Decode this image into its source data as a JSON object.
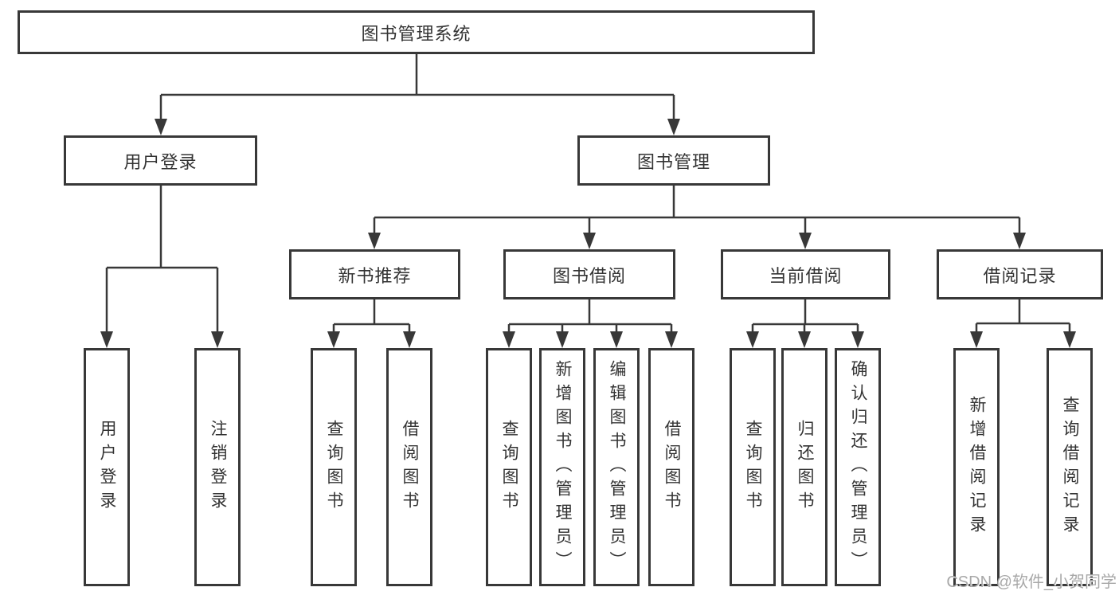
{
  "diagram": {
    "title": "图书管理系统",
    "root": {
      "label": "图书管理系统"
    },
    "level2": {
      "user_login": {
        "label": "用户登录"
      },
      "book_mgmt": {
        "label": "图书管理"
      }
    },
    "level3": {
      "new_book": {
        "label": "新书推荐"
      },
      "book_borrow": {
        "label": "图书借阅"
      },
      "current_borrow": {
        "label": "当前借阅"
      },
      "borrow_record": {
        "label": "借阅记录"
      }
    },
    "leaves": {
      "user_login": [
        "用户登录",
        "注销登录"
      ],
      "new_book": [
        "查询图书",
        "借阅图书"
      ],
      "book_borrow": [
        "查询图书",
        "新增图书（管理员）",
        "编辑图书（管理员）",
        "借阅图书"
      ],
      "current_borrow": [
        "查询图书",
        "归还图书",
        "确认归还（管理员）"
      ],
      "borrow_record": [
        "新增借阅记录",
        "查询借阅记录"
      ]
    },
    "colors": {
      "line": "#383838",
      "text": "#333333",
      "watermark": "#a8a8a8",
      "background": "#ffffff"
    }
  },
  "watermark": {
    "text": "CSDN @软件_小贺同学"
  }
}
